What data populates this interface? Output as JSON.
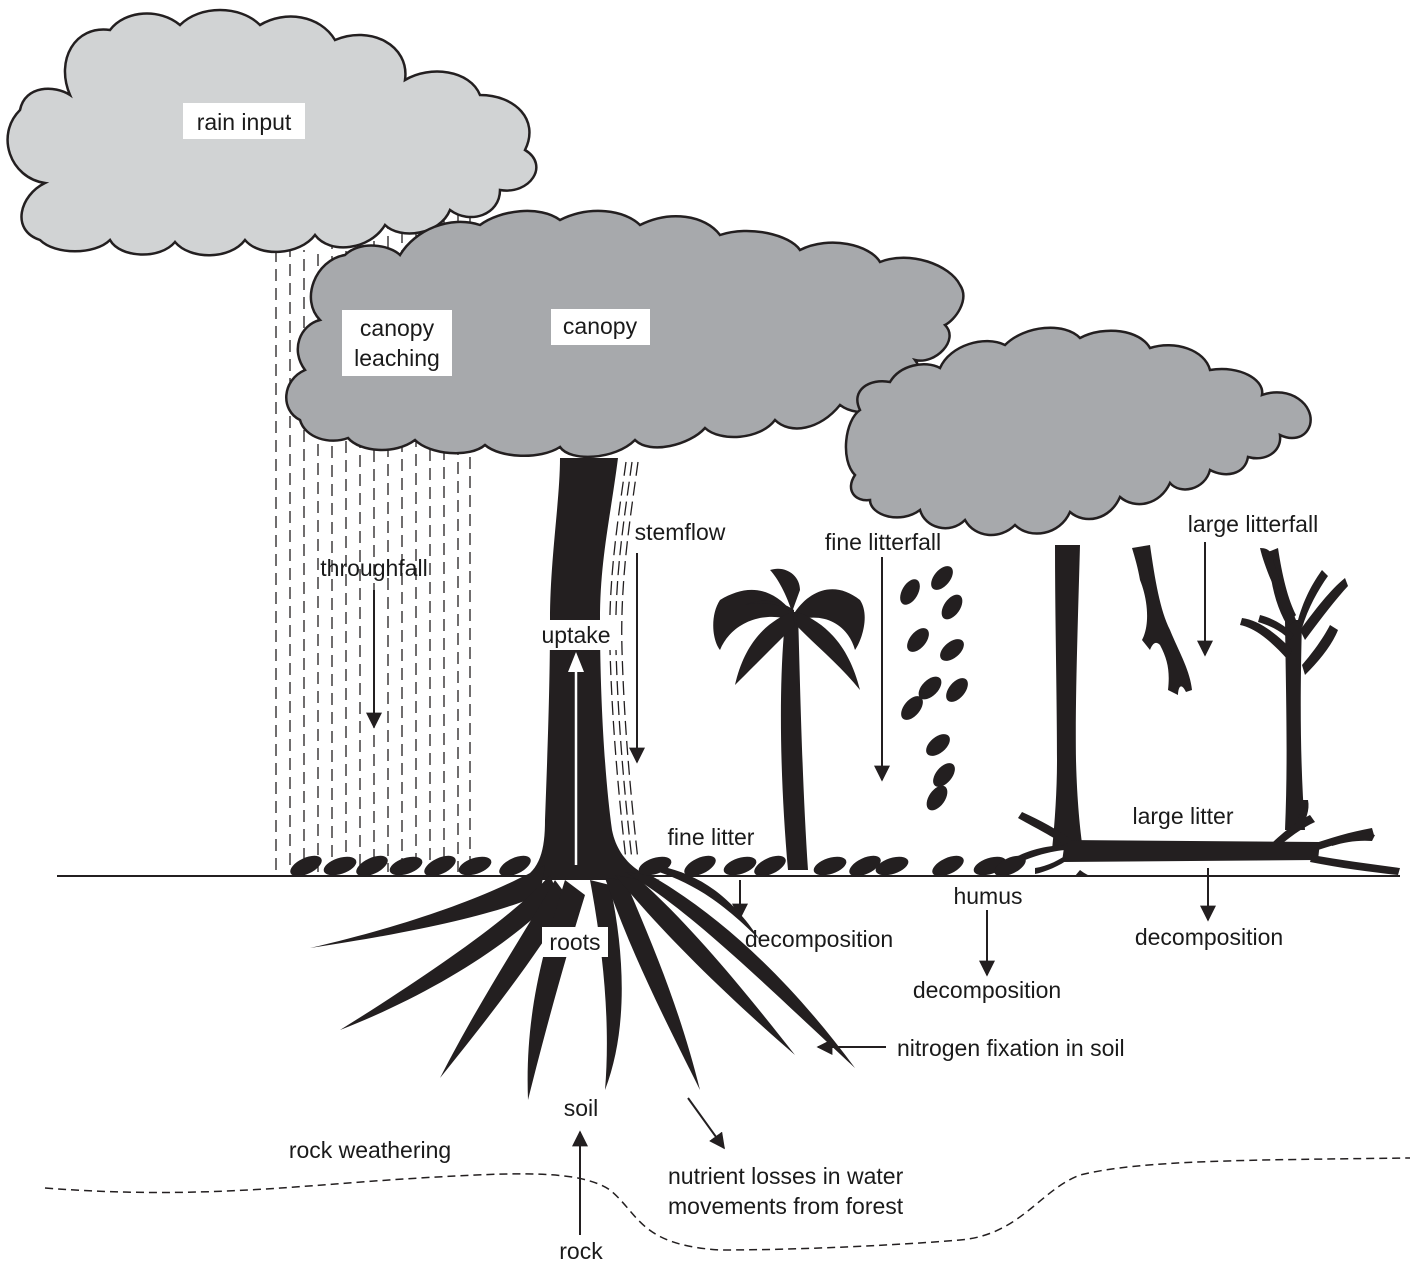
{
  "labels": {
    "rain_input": "rain input",
    "canopy_leaching_line1": "canopy",
    "canopy_leaching_line2": "leaching",
    "canopy": "canopy",
    "throughfall": "throughfall",
    "stemflow": "stemflow",
    "uptake": "uptake",
    "fine_litterfall": "fine litterfall",
    "large_litterfall": "large litterfall",
    "fine_litter": "fine litter",
    "large_litter": "large litter",
    "humus": "humus",
    "decomposition_fine": "decomposition",
    "decomposition_humus": "decomposition",
    "decomposition_large": "decomposition",
    "roots": "roots",
    "nitrogen_fixation": "nitrogen fixation in soil",
    "soil": "soil",
    "rock_weathering": "rock weathering",
    "nutrient_losses_line1": "nutrient losses in water",
    "nutrient_losses_line2": "movements from forest",
    "rock": "rock"
  },
  "colors": {
    "cloud_fill": "#d1d3d4",
    "canopy_fill": "#a7a9ac",
    "ink": "#231f20"
  }
}
